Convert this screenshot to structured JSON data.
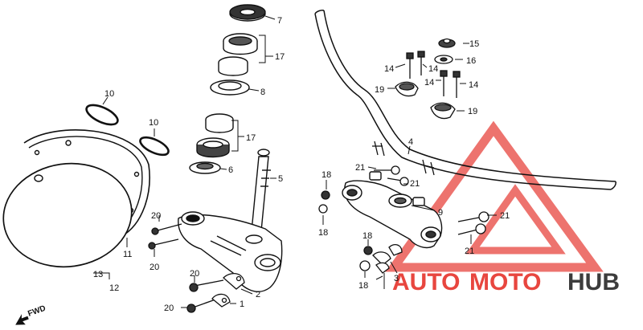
{
  "labels": {
    "l1": "1",
    "l2": "2",
    "l3": "3",
    "l4": "4",
    "l5": "5",
    "l6": "6",
    "l7": "7",
    "l8": "8",
    "l9": "9",
    "l10a": "10",
    "l10b": "10",
    "l11": "11",
    "l12": "12",
    "l13": "13",
    "l14a": "14",
    "l14b": "14",
    "l14c": "14",
    "l14d": "14",
    "l15": "15",
    "l16": "16",
    "l17a": "17",
    "l17b": "17",
    "l18a": "18",
    "l18b": "18",
    "l18c": "18",
    "l18d": "18",
    "l19a": "19",
    "l19b": "19",
    "l20a": "20",
    "l20b": "20",
    "l20c": "20",
    "l20d": "20",
    "l21a": "21",
    "l21b": "21",
    "l21c": "21",
    "l21d": "21"
  },
  "fwd": "FWD",
  "watermark": {
    "auto": "AUTO",
    "moto": "MOTO",
    "hub": "HUB",
    "color_red": "#e8463f",
    "color_gray": "#3c3c3c"
  }
}
